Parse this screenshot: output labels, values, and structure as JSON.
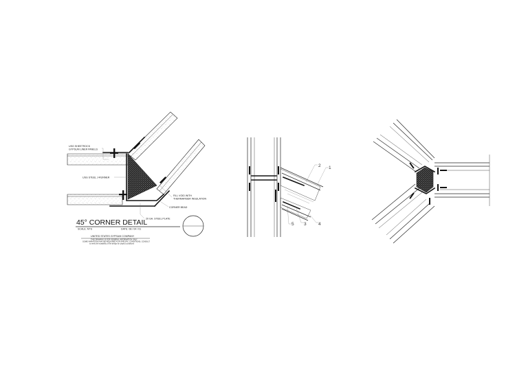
{
  "detail_a": {
    "labels": {
      "liner_panels_1": "USG SHEETROCK",
      "liner_panels_2": "GYPSUM LINER PANELS",
      "j_runner": "USG STEEL J-RUNNER",
      "fill_void_1": "FILL VOID WITH",
      "fill_void_2": "THERMAFIBER INSULATION",
      "corner_bead": "CORNER BEAD",
      "steel_plate": "20 GA. STEEL PLATE"
    },
    "title": "45° CORNER DETAIL",
    "scale": "SCALE: NTS",
    "date": "DATE: 08 / 04 / 01",
    "company": "UNITED STATES GYPSUM COMPANY",
    "note_line_1": "THIS DRAWING IS FOR GENERAL INFORMATION ONLY",
    "note_line_2": "SOME VARIATIONS MAY BE REQUIRED FOR SPECIFIC CONDITIONS; CONSULT",
    "note_line_3": "to verify the suitability of the design for project conditions"
  },
  "detail_b": {
    "callouts": [
      "1",
      "2",
      "3",
      "4",
      "5"
    ]
  }
}
